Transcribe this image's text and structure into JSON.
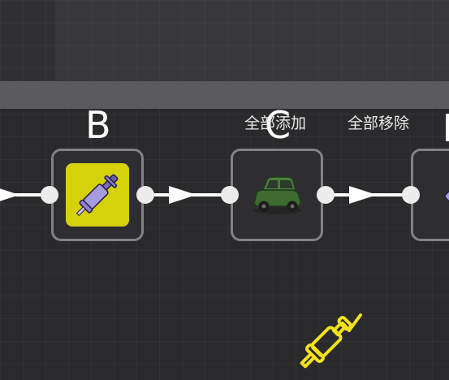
{
  "steps": {
    "b": {
      "letter": "B",
      "icon": "syringe-icon"
    },
    "c": {
      "letter": "C",
      "icon": "car-icon"
    }
  },
  "actions": {
    "add_all": "全部添加",
    "remove_all": "全部移除"
  },
  "colors": {
    "background": "#2a2a2c",
    "header_strip": "#5b5b5d",
    "node_border": "#828284",
    "selected_fill": "#d5d10a",
    "highlight_yellow": "#f2e21a",
    "syringe_purple": "#8c7ed0",
    "car_green": "#3f6a32"
  },
  "cursor": {
    "icon": "syringe-check-icon"
  }
}
